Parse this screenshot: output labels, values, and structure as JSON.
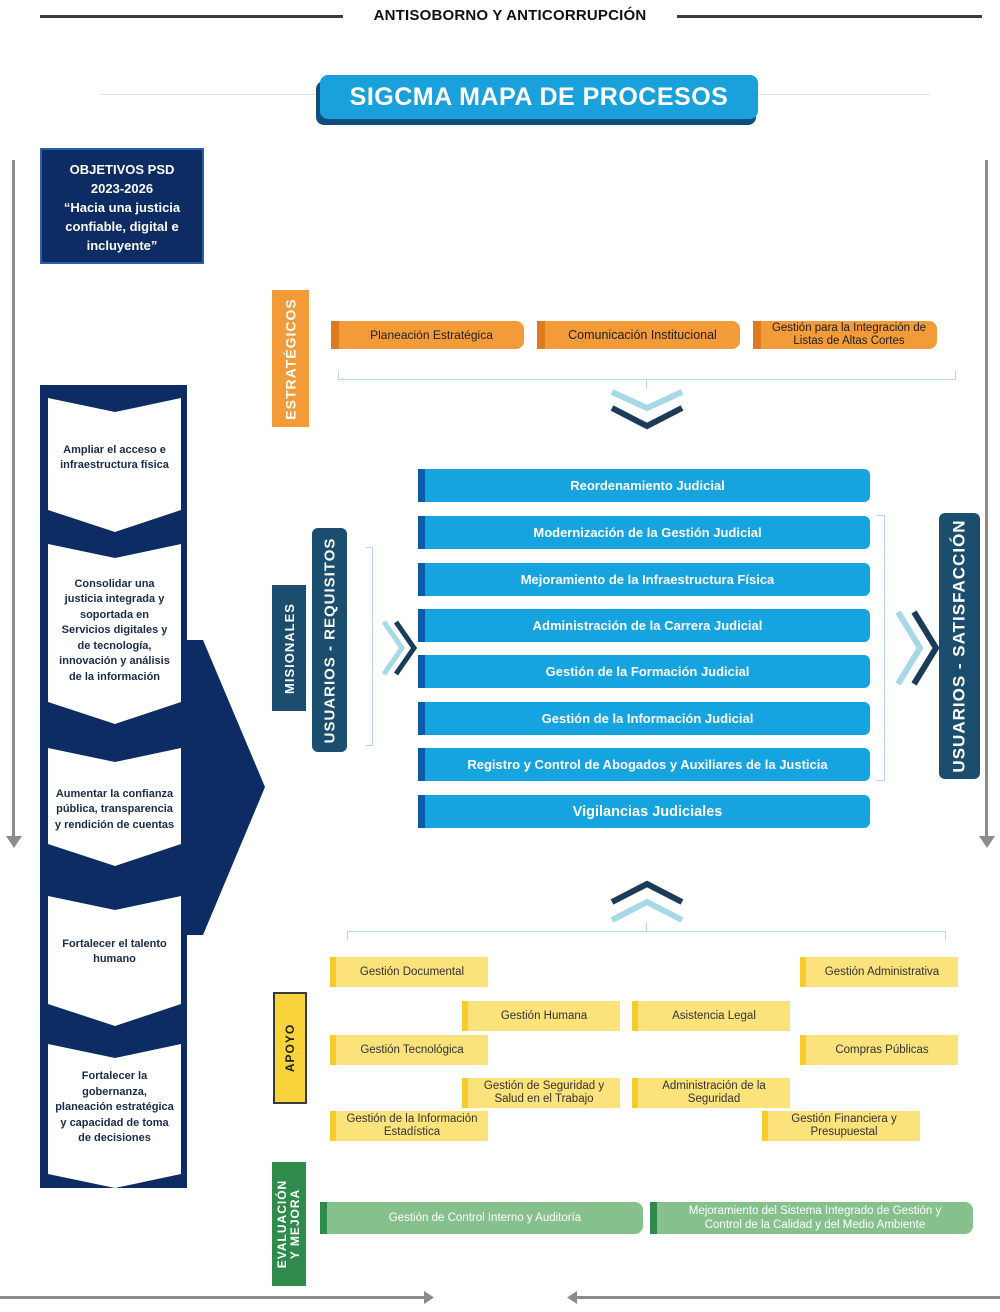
{
  "header": {
    "title": "ANTISOBORNO Y ANTICORRUPCIÓN"
  },
  "banner": {
    "title": "SIGCMA MAPA DE PROCESOS"
  },
  "objectives": {
    "lines": [
      "OBJETIVOS PSD",
      "2023-2026",
      "“Hacia una justicia",
      "confiable, digital e",
      "incluyente”"
    ],
    "items": [
      "Ampliar el acceso e infraestructura física",
      "Consolidar una justicia integrada y soportada en Servicios digitales y de tecnología, innovación y análisis de la información",
      "Aumentar la confianza pública, transparencia y rendición de cuentas",
      "Fortalecer el talento humano",
      "Fortalecer la gobernanza, planeación estratégica y capacidad de toma de decisiones"
    ]
  },
  "labels": {
    "estrategicos": "ESTRATÉGICOS",
    "misionales": "MISIONALES",
    "usuarios_requisitos": "USUARIOS - REQUISITOS",
    "usuarios_satisfaccion": "USUARIOS - SATISFACCIÓN",
    "apoyo": "APOYO",
    "evaluacion_1": "EVALUACIÓN",
    "evaluacion_2": "Y MEJORA"
  },
  "estrategicos": [
    "Planeación Estratégica",
    "Comunicación Institucional",
    "Gestión para la Integración de Listas de Altas Cortes"
  ],
  "misionales": [
    "Reordenamiento Judicial",
    "Modernización de la Gestión Judicial",
    "Mejoramiento de la Infraestructura Física",
    "Administración de la Carrera Judicial",
    "Gestión de la Formación Judicial",
    "Gestión de la Información Judicial",
    "Registro y Control de Abogados y Auxiliares de la Justicia",
    "Vigilancias Judiciales"
  ],
  "apoyo": {
    "gestion_documental": "Gestión Documental",
    "gestion_administrativa": "Gestión Administrativa",
    "gestion_humana": "Gestión Humana",
    "asistencia_legal": "Asistencia Legal",
    "gestion_tecnologica": "Gestión Tecnológica",
    "compras_publicas": "Compras Públicas",
    "seguridad_salud": "Gestión de Seguridad y Salud en el Trabajo",
    "admin_seguridad": "Administración de la Seguridad",
    "info_estadistica": "Gestión de la Información Estadística",
    "financiera": "Gestión Financiera y Presupuestal"
  },
  "evaluacion": [
    "Gestión de Control Interno y Auditoría",
    "Mejoramiento del Sistema Integrado de Gestión y Control de la Calidad y del Medio Ambiente"
  ],
  "colors": {
    "navy": "#0d2c63",
    "orange": "#f29b38",
    "blue": "#15a4e0",
    "dark_blue": "#0d5aa8",
    "yellow": "#fbe27a",
    "green": "#86c08c",
    "teal_dark": "#1b4e6e"
  }
}
